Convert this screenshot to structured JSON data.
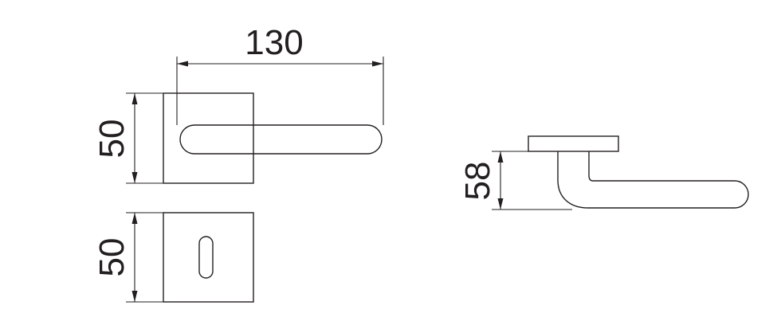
{
  "dimensions": {
    "handle_length": "130",
    "rose_height": "50",
    "escutcheon_height": "50",
    "side_projection": "58"
  },
  "colors": {
    "line": "#231f20",
    "background": "#ffffff"
  }
}
